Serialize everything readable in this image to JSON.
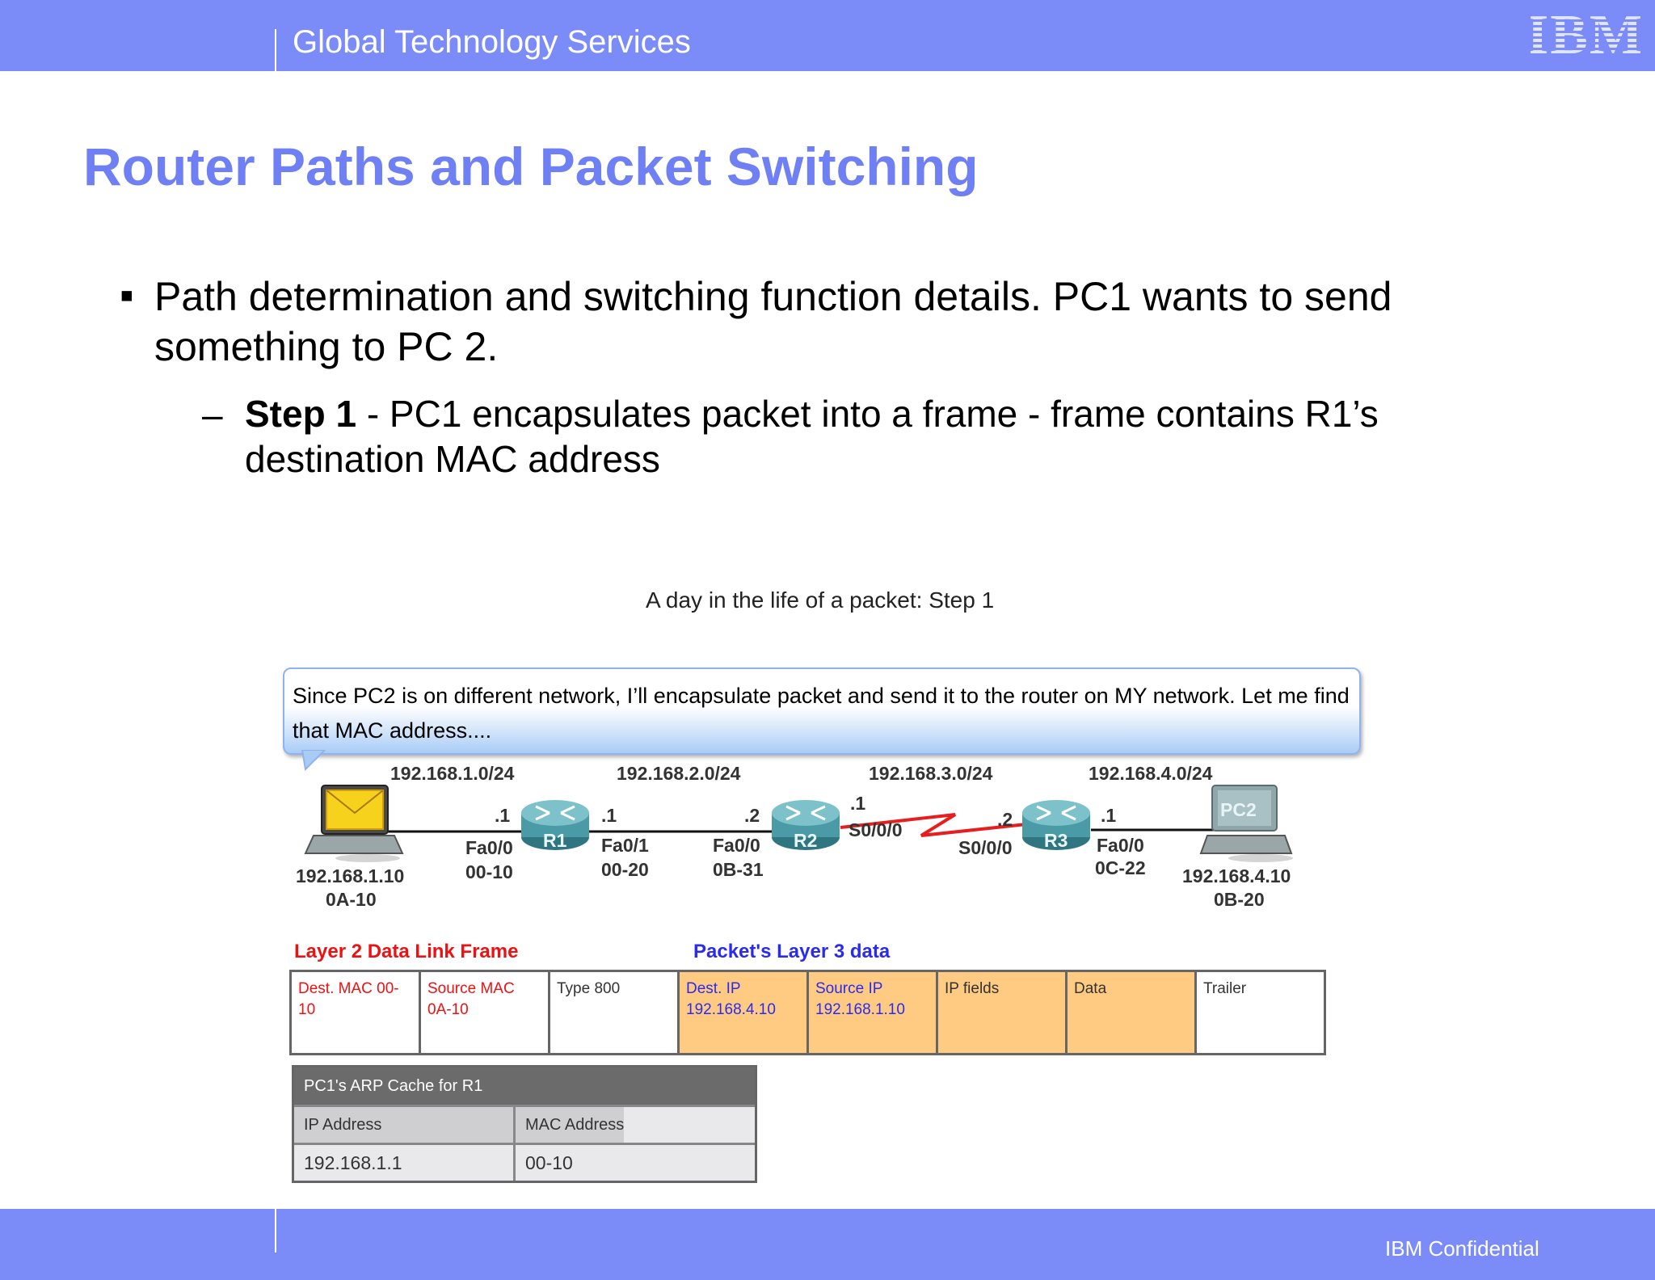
{
  "header": {
    "company": "Global Technology Services",
    "logo": "IBM"
  },
  "slide": {
    "title": "Router Paths and Packet Switching",
    "bullet": "Path determination and switching function details.  PC1 wants to send something to PC 2.",
    "step_label": "Step 1",
    "step_text": " - PC1 encapsulates packet into a frame - frame contains R1’s destination MAC address"
  },
  "figure": {
    "caption": "A day in the life of a packet: Step 1",
    "bubble": "Since PC2 is on different network, I’ll encapsulate packet and send it to the router on MY network. Let me find that MAC address....",
    "networks": [
      "192.168.1.0/24",
      "192.168.2.0/24",
      "192.168.3.0/24",
      "192.168.4.0/24"
    ],
    "pc1": {
      "ip": "192.168.1.10",
      "mac": "0A-10"
    },
    "pc2": {
      "name": "PC2",
      "ip": "192.168.4.10",
      "mac": "0B-20"
    },
    "r1": {
      "name": "R1",
      "left_host": ".1",
      "left_if": "Fa0/0",
      "left_mac": "00-10",
      "right_host": ".1",
      "right_if": "Fa0/1",
      "right_mac": "00-20"
    },
    "r2": {
      "name": "R2",
      "left_host": ".2",
      "left_if": "Fa0/0",
      "left_mac": "0B-31",
      "right_host": ".1",
      "right_if": "S0/0/0"
    },
    "r3": {
      "name": "R3",
      "left_host": ".2",
      "left_if": "S0/0/0",
      "right_host": ".1",
      "right_if": "Fa0/0",
      "right_mac": "0C-22"
    },
    "frame": {
      "l2_heading": "Layer 2 Data Link Frame",
      "l3_heading": "Packet's Layer 3 data",
      "cells": [
        {
          "line1": "Dest. MAC 00-",
          "line2": "10"
        },
        {
          "line1": "Source MAC",
          "line2": "0A-10"
        },
        {
          "line1": "Type 800",
          "line2": ""
        },
        {
          "line1": "Dest. IP",
          "line2": "192.168.4.10"
        },
        {
          "line1": "Source IP",
          "line2": "192.168.1.10"
        },
        {
          "line1": "IP fields",
          "line2": ""
        },
        {
          "line1": "Data",
          "line2": ""
        },
        {
          "line1": "Trailer",
          "line2": ""
        }
      ]
    },
    "arp": {
      "title": "PC1's ARP Cache for R1",
      "col_ip": "IP Address",
      "col_mac": "MAC Address",
      "ip": "192.168.1.1",
      "mac": "00-10"
    }
  },
  "footer": {
    "confidential": "IBM Confidential"
  },
  "colors": {
    "bar": "#7b8cf8",
    "title": "#6e80f4",
    "router": "#4a9ba6",
    "serial_link": "#e61e1e",
    "l2_red": "#ee1111",
    "l3_blue": "#2a2af0",
    "packet_fill": "#ffcb82"
  }
}
